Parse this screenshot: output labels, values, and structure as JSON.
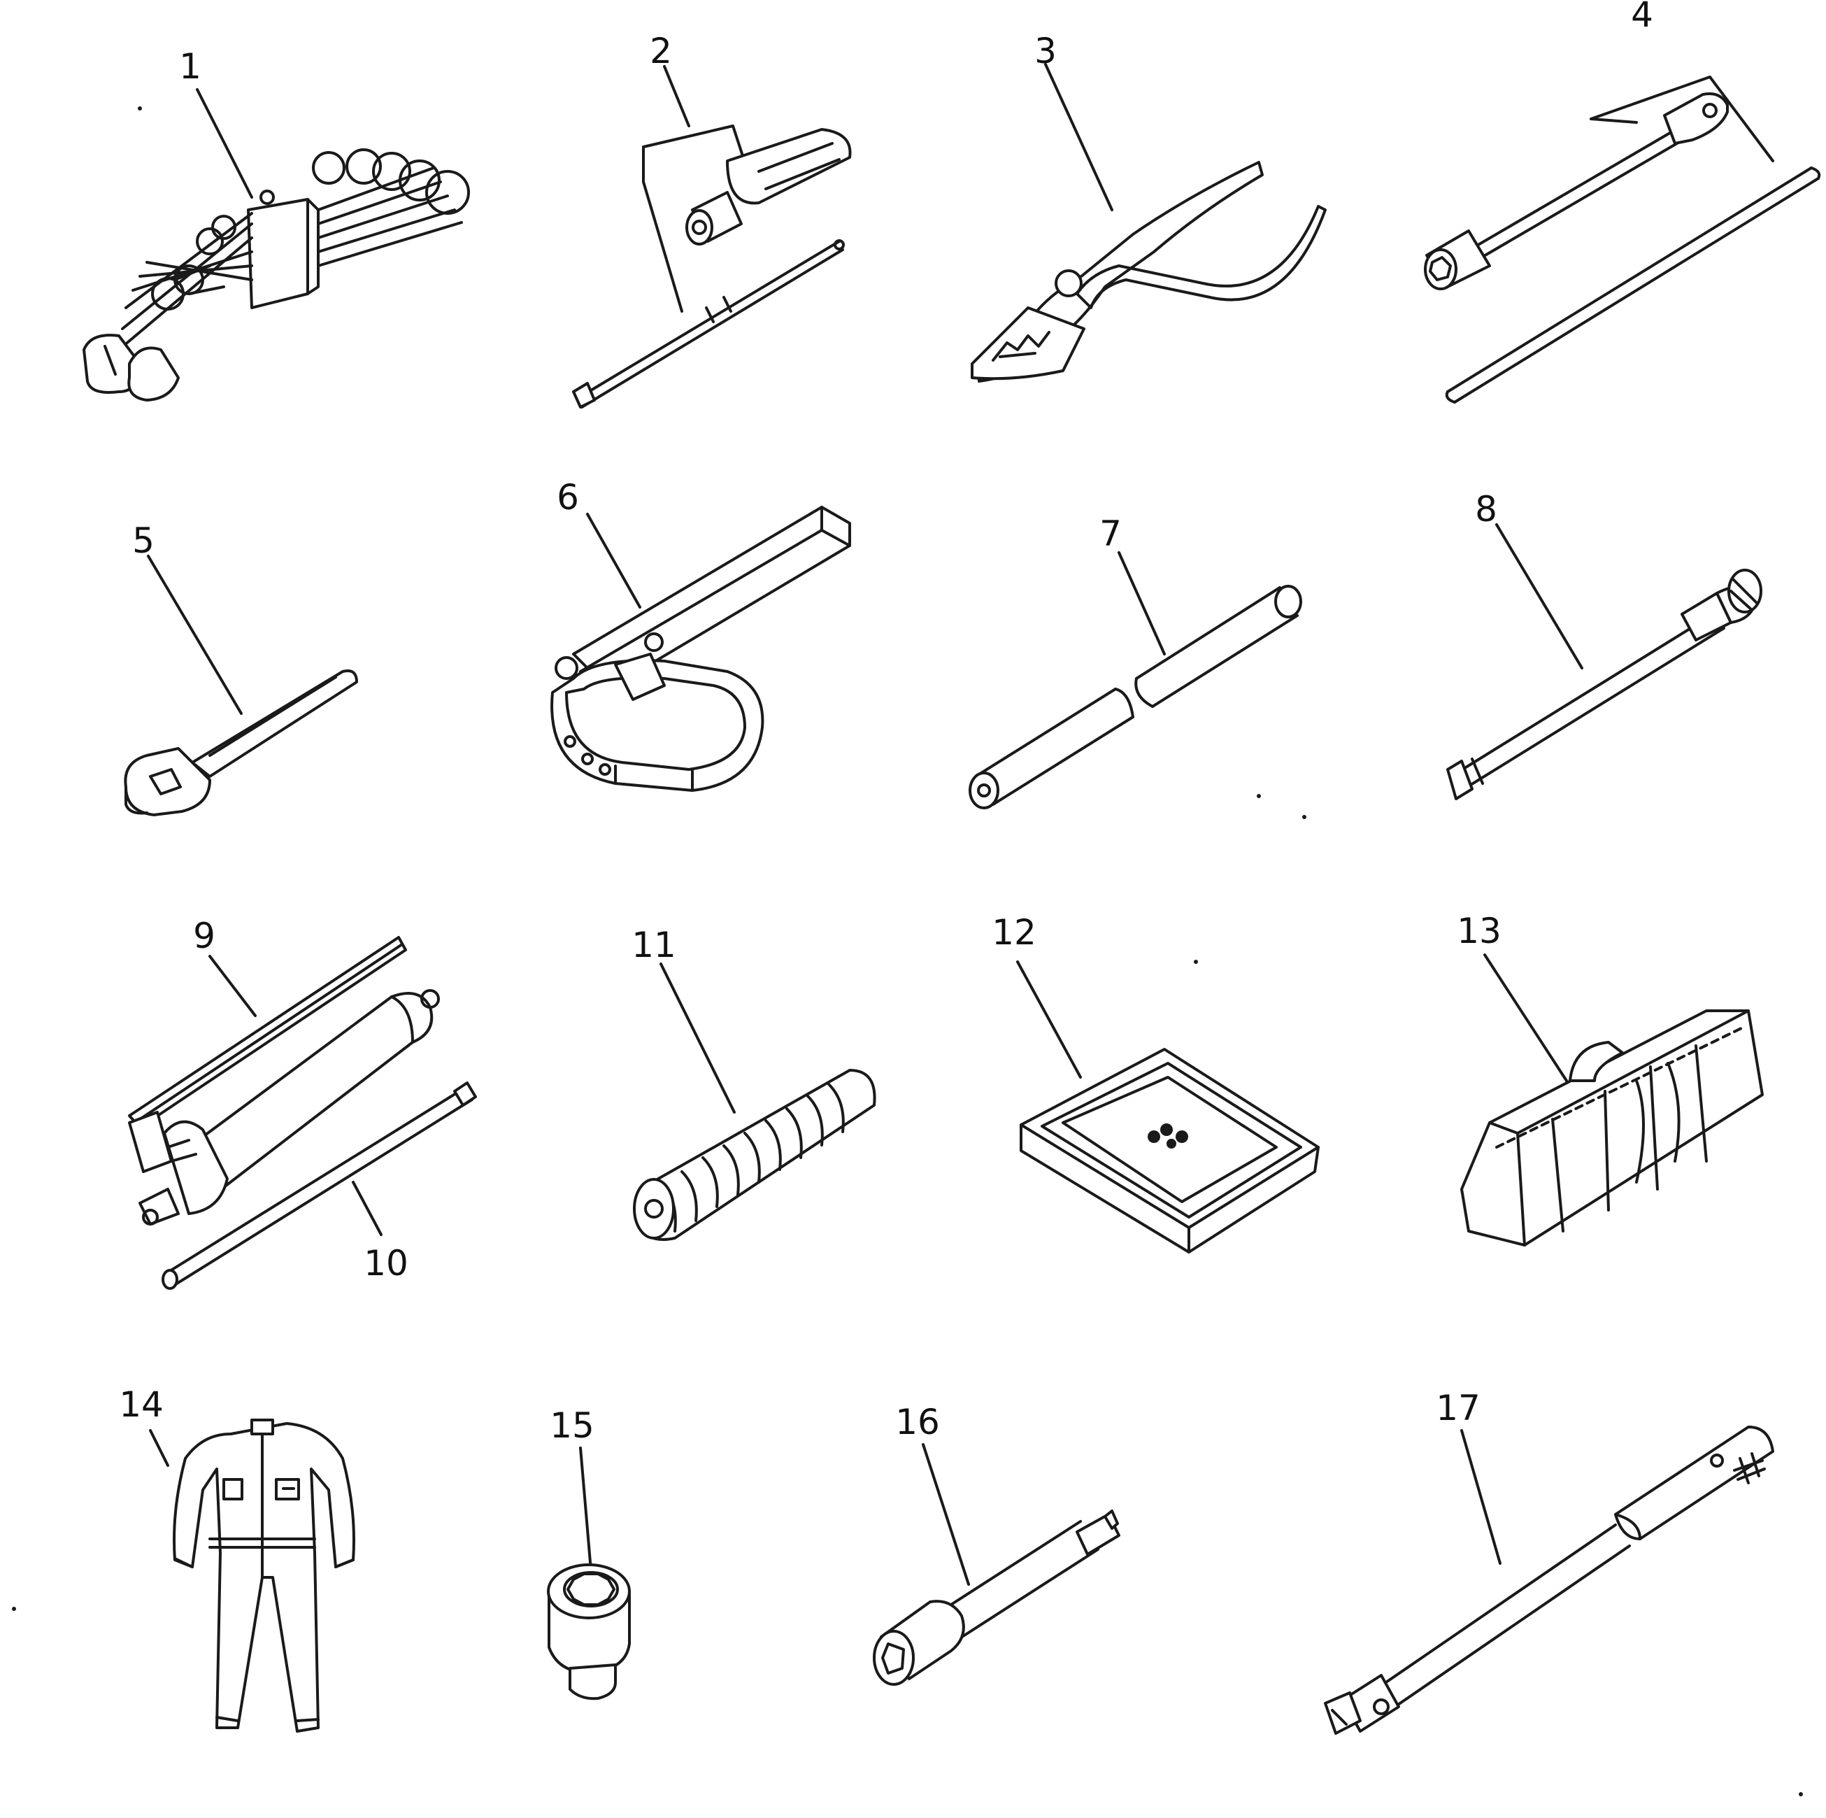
{
  "labels": {
    "l1": "1",
    "l2": "2",
    "l3": "3",
    "l4": "4",
    "l5": "5",
    "l6": "6",
    "l7": "7",
    "l8": "8",
    "l9": "9",
    "l10": "10",
    "l11": "11",
    "l12": "12",
    "l13": "13",
    "l14": "14",
    "l15": "15",
    "l16": "16",
    "l17": "17"
  },
  "icons": {
    "1": "wrench-set-icon",
    "2": "screwdriver-icon",
    "3": "pliers-icon",
    "4": "box-wrench-icon",
    "5": "open-end-wrench-icon",
    "6": "filter-wrench-icon",
    "7": "pipe-icon",
    "8": "gauge-icon",
    "9": "grease-gun-icon",
    "10": "nozzle-rod-icon",
    "11": "hose-icon",
    "12": "case-icon",
    "13": "tool-bag-icon",
    "14": "coverall-icon",
    "15": "socket-icon",
    "16": "extension-bar-icon",
    "17": "handle-icon"
  }
}
